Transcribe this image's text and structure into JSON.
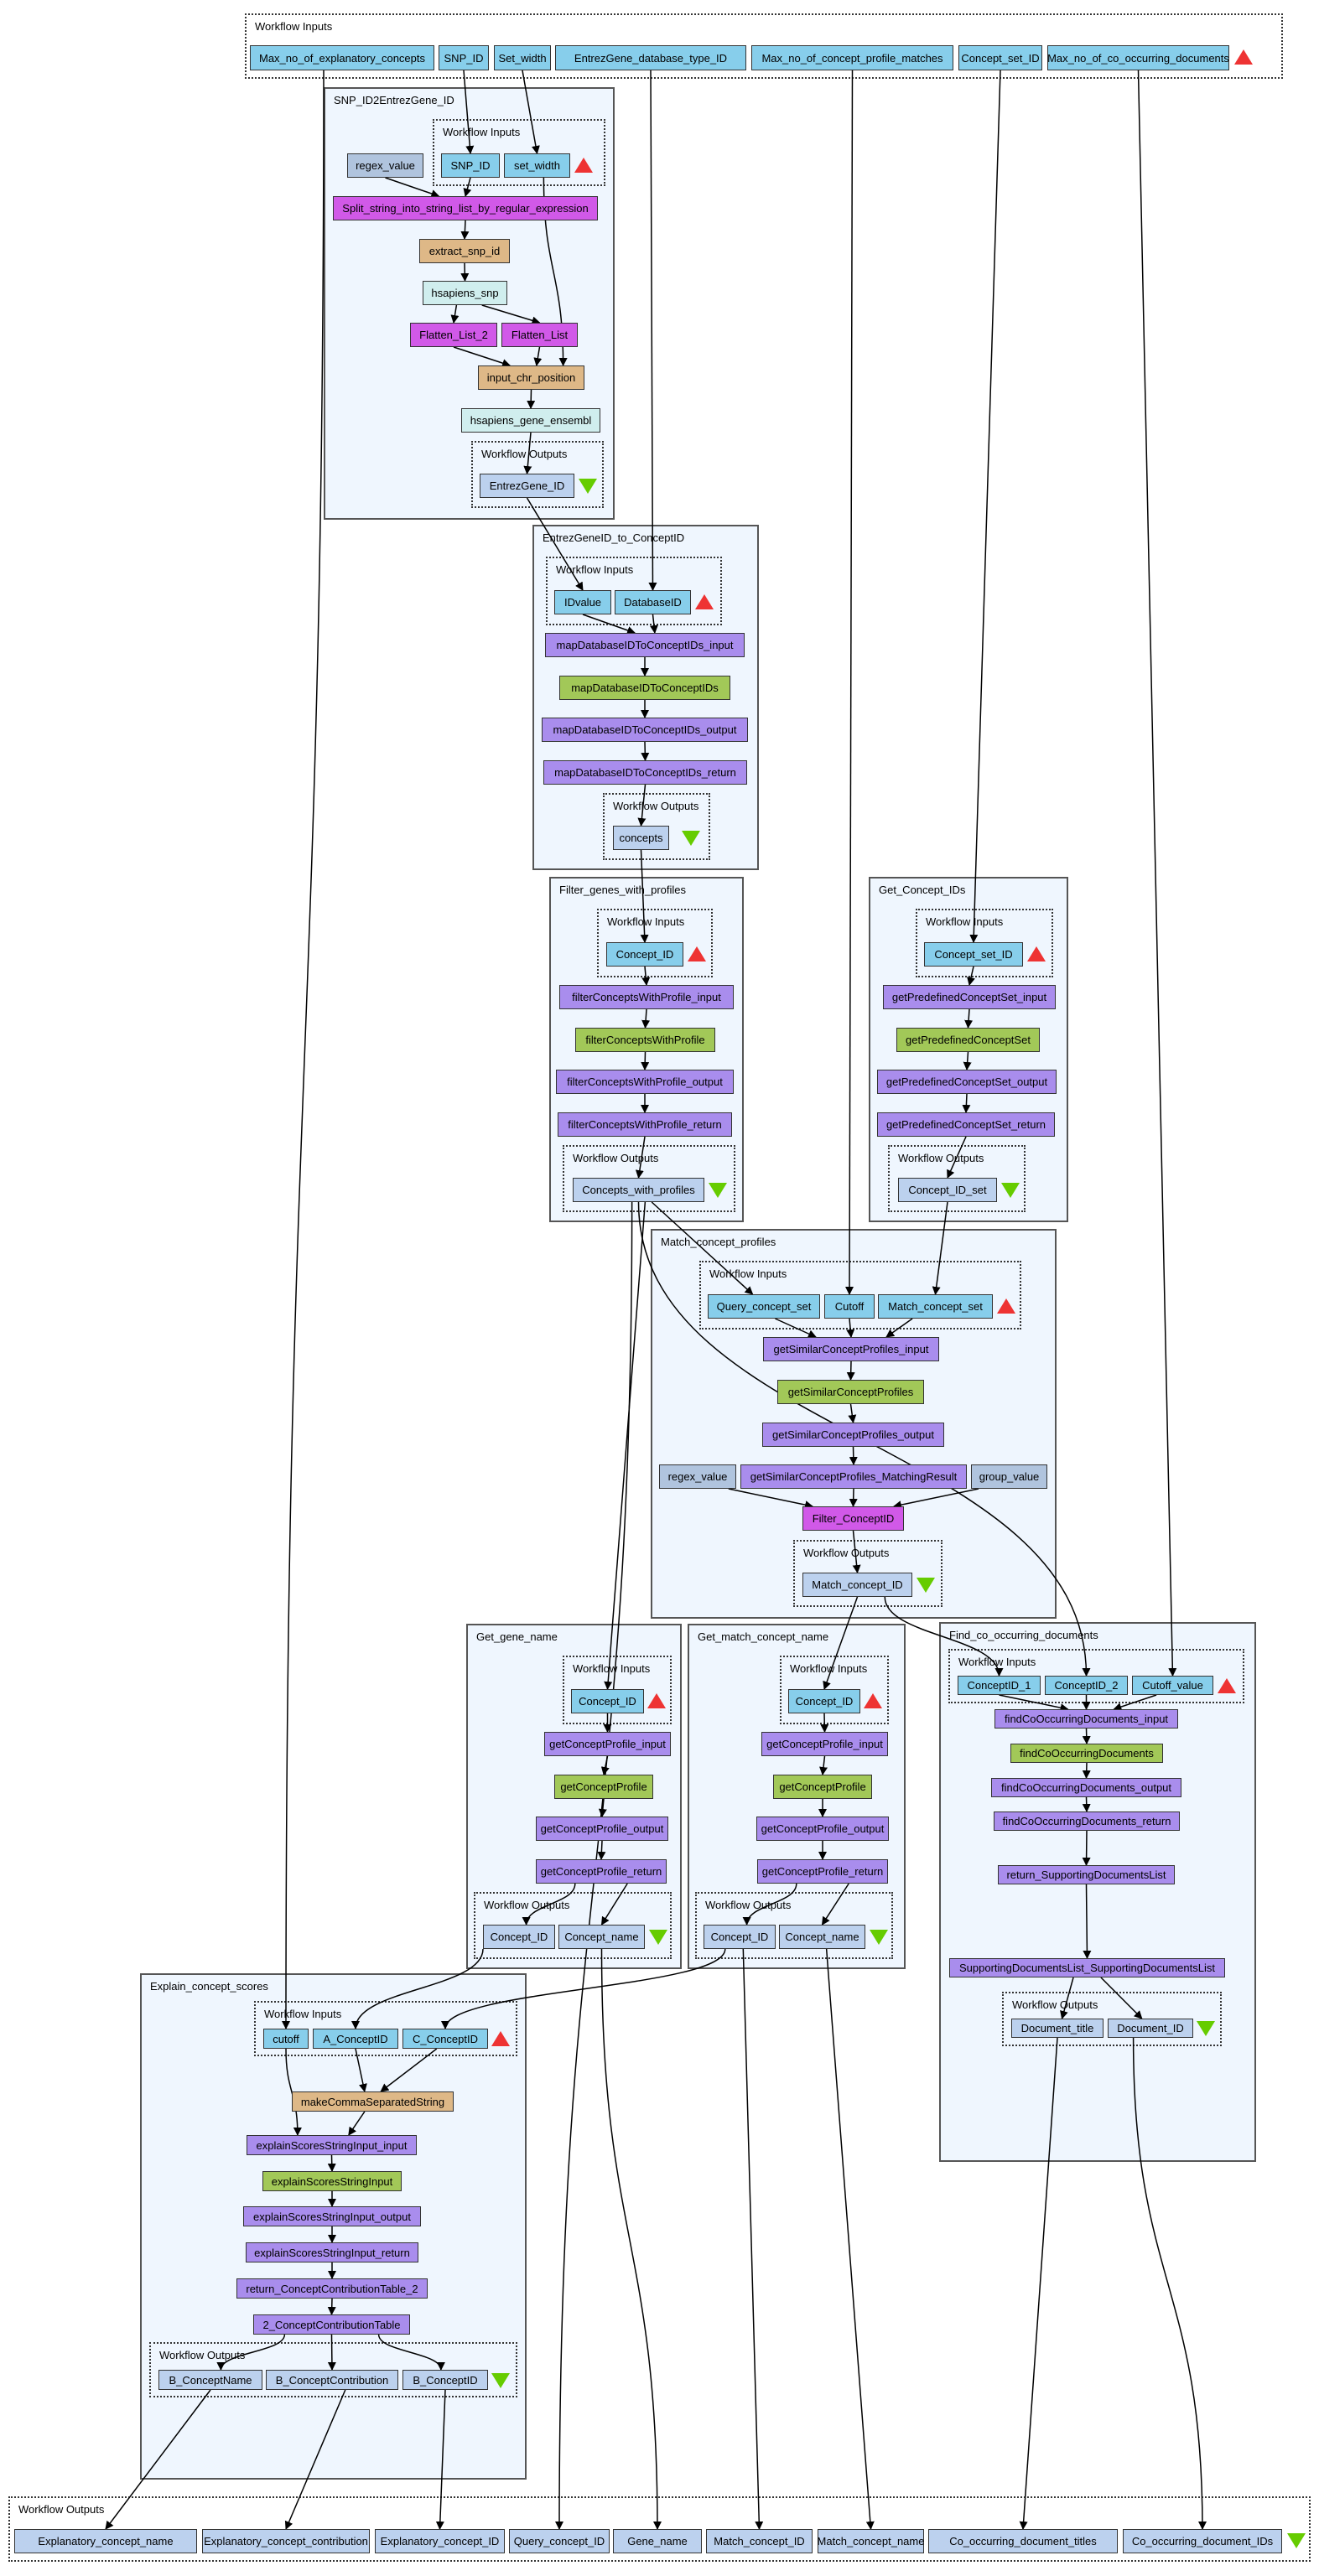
{
  "colors": {
    "input": "#87ceeb",
    "output": "#bcd1ee",
    "constant": "#b0c4de",
    "xml_splitter": "#a98ded",
    "webservice": "#a2c858",
    "localworker": "#deb887",
    "beanshell": "#d159e8",
    "biomart": "#d0eeee",
    "cluster_bg": "#eff6fe",
    "inputs_marker": "#ee3333",
    "outputs_marker": "#66cc00"
  },
  "top_inputs": {
    "title": "Workflow Inputs",
    "marker_icon": "inputs-triangle-icon",
    "ports": [
      "Max_no_of_explanatory_concepts",
      "SNP_ID",
      "Set_width",
      "EntrezGene_database_type_ID",
      "Max_no_of_concept_profile_matches",
      "Concept_set_ID",
      "Max_no_of_co_occurring_documents"
    ]
  },
  "bottom_outputs": {
    "title": "Workflow Outputs",
    "marker_icon": "outputs-triangle-icon",
    "ports": [
      "Explanatory_concept_name",
      "Explanatory_concept_contribution",
      "Explanatory_concept_ID",
      "Query_concept_ID",
      "Gene_name",
      "Match_concept_ID",
      "Match_concept_name",
      "Co_occurring_document_titles",
      "Co_occurring_document_IDs"
    ]
  },
  "subworkflows": {
    "snp": {
      "title": "SNP_ID2EntrezGene_ID",
      "inputs_title": "Workflow Inputs",
      "outputs_title": "Workflow Outputs",
      "inputs": [
        "SNP_ID",
        "set_width"
      ],
      "processors": [
        "regex_value",
        "Split_string_into_string_list_by_regular_expression",
        "extract_snp_id",
        "hsapiens_snp",
        "Flatten_List_2",
        "Flatten_List",
        "input_chr_position",
        "hsapiens_gene_ensembl"
      ],
      "outputs": [
        "EntrezGene_ID"
      ]
    },
    "entrez": {
      "title": "EntrezGeneID_to_ConceptID",
      "inputs_title": "Workflow Inputs",
      "outputs_title": "Workflow Outputs",
      "inputs": [
        "IDvalue",
        "DatabaseID"
      ],
      "processors": [
        "mapDatabaseIDToConceptIDs_input",
        "mapDatabaseIDToConceptIDs",
        "mapDatabaseIDToConceptIDs_output",
        "mapDatabaseIDToConceptIDs_return"
      ],
      "outputs": [
        "concepts"
      ]
    },
    "filter": {
      "title": "Filter_genes_with_profiles",
      "inputs_title": "Workflow Inputs",
      "outputs_title": "Workflow Outputs",
      "inputs": [
        "Concept_ID"
      ],
      "processors": [
        "filterConceptsWithProfile_input",
        "filterConceptsWithProfile",
        "filterConceptsWithProfile_output",
        "filterConceptsWithProfile_return"
      ],
      "outputs": [
        "Concepts_with_profiles"
      ]
    },
    "getconcept": {
      "title": "Get_Concept_IDs",
      "inputs_title": "Workflow Inputs",
      "outputs_title": "Workflow Outputs",
      "inputs": [
        "Concept_set_ID"
      ],
      "processors": [
        "getPredefinedConceptSet_input",
        "getPredefinedConceptSet",
        "getPredefinedConceptSet_output",
        "getPredefinedConceptSet_return"
      ],
      "outputs": [
        "Concept_ID_set"
      ]
    },
    "match": {
      "title": "Match_concept_profiles",
      "inputs_title": "Workflow Inputs",
      "outputs_title": "Workflow Outputs",
      "inputs": [
        "Query_concept_set",
        "Cutoff",
        "Match_concept_set"
      ],
      "processors": [
        "getSimilarConceptProfiles_input",
        "getSimilarConceptProfiles",
        "getSimilarConceptProfiles_output",
        "regex_value",
        "getSimilarConceptProfiles_MatchingResult",
        "group_value",
        "Filter_ConceptID"
      ],
      "outputs": [
        "Match_concept_ID"
      ]
    },
    "genename": {
      "title": "Get_gene_name",
      "inputs_title": "Workflow Inputs",
      "outputs_title": "Workflow Outputs",
      "inputs": [
        "Concept_ID"
      ],
      "processors": [
        "getConceptProfile_input",
        "getConceptProfile",
        "getConceptProfile_output",
        "getConceptProfile_return"
      ],
      "outputs": [
        "Concept_ID",
        "Concept_name"
      ]
    },
    "matchname": {
      "title": "Get_match_concept_name",
      "inputs_title": "Workflow Inputs",
      "outputs_title": "Workflow Outputs",
      "inputs": [
        "Concept_ID"
      ],
      "processors": [
        "getConceptProfile_input",
        "getConceptProfile",
        "getConceptProfile_output",
        "getConceptProfile_return"
      ],
      "outputs": [
        "Concept_ID",
        "Concept_name"
      ]
    },
    "cooc": {
      "title": "Find_co_occurring_documents",
      "inputs_title": "Workflow Inputs",
      "outputs_title": "Workflow Outputs",
      "inputs": [
        "ConceptID_1",
        "ConceptID_2",
        "Cutoff_value"
      ],
      "processors": [
        "findCoOccurringDocuments_input",
        "findCoOccurringDocuments",
        "findCoOccurringDocuments_output",
        "findCoOccurringDocuments_return",
        "return_SupportingDocumentsList",
        "SupportingDocumentsList_SupportingDocumentsList"
      ],
      "outputs": [
        "Document_title",
        "Document_ID"
      ]
    },
    "explain": {
      "title": "Explain_concept_scores",
      "inputs_title": "Workflow Inputs",
      "outputs_title": "Workflow Outputs",
      "inputs": [
        "cutoff",
        "A_ConceptID",
        "C_ConceptID"
      ],
      "processors": [
        "makeCommaSeparatedString",
        "explainScoresStringInput_input",
        "explainScoresStringInput",
        "explainScoresStringInput_output",
        "explainScoresStringInput_return",
        "return_ConceptContributionTable_2",
        "2_ConceptContributionTable"
      ],
      "outputs": [
        "B_ConceptName",
        "B_ConceptContribution",
        "B_ConceptID"
      ]
    }
  }
}
